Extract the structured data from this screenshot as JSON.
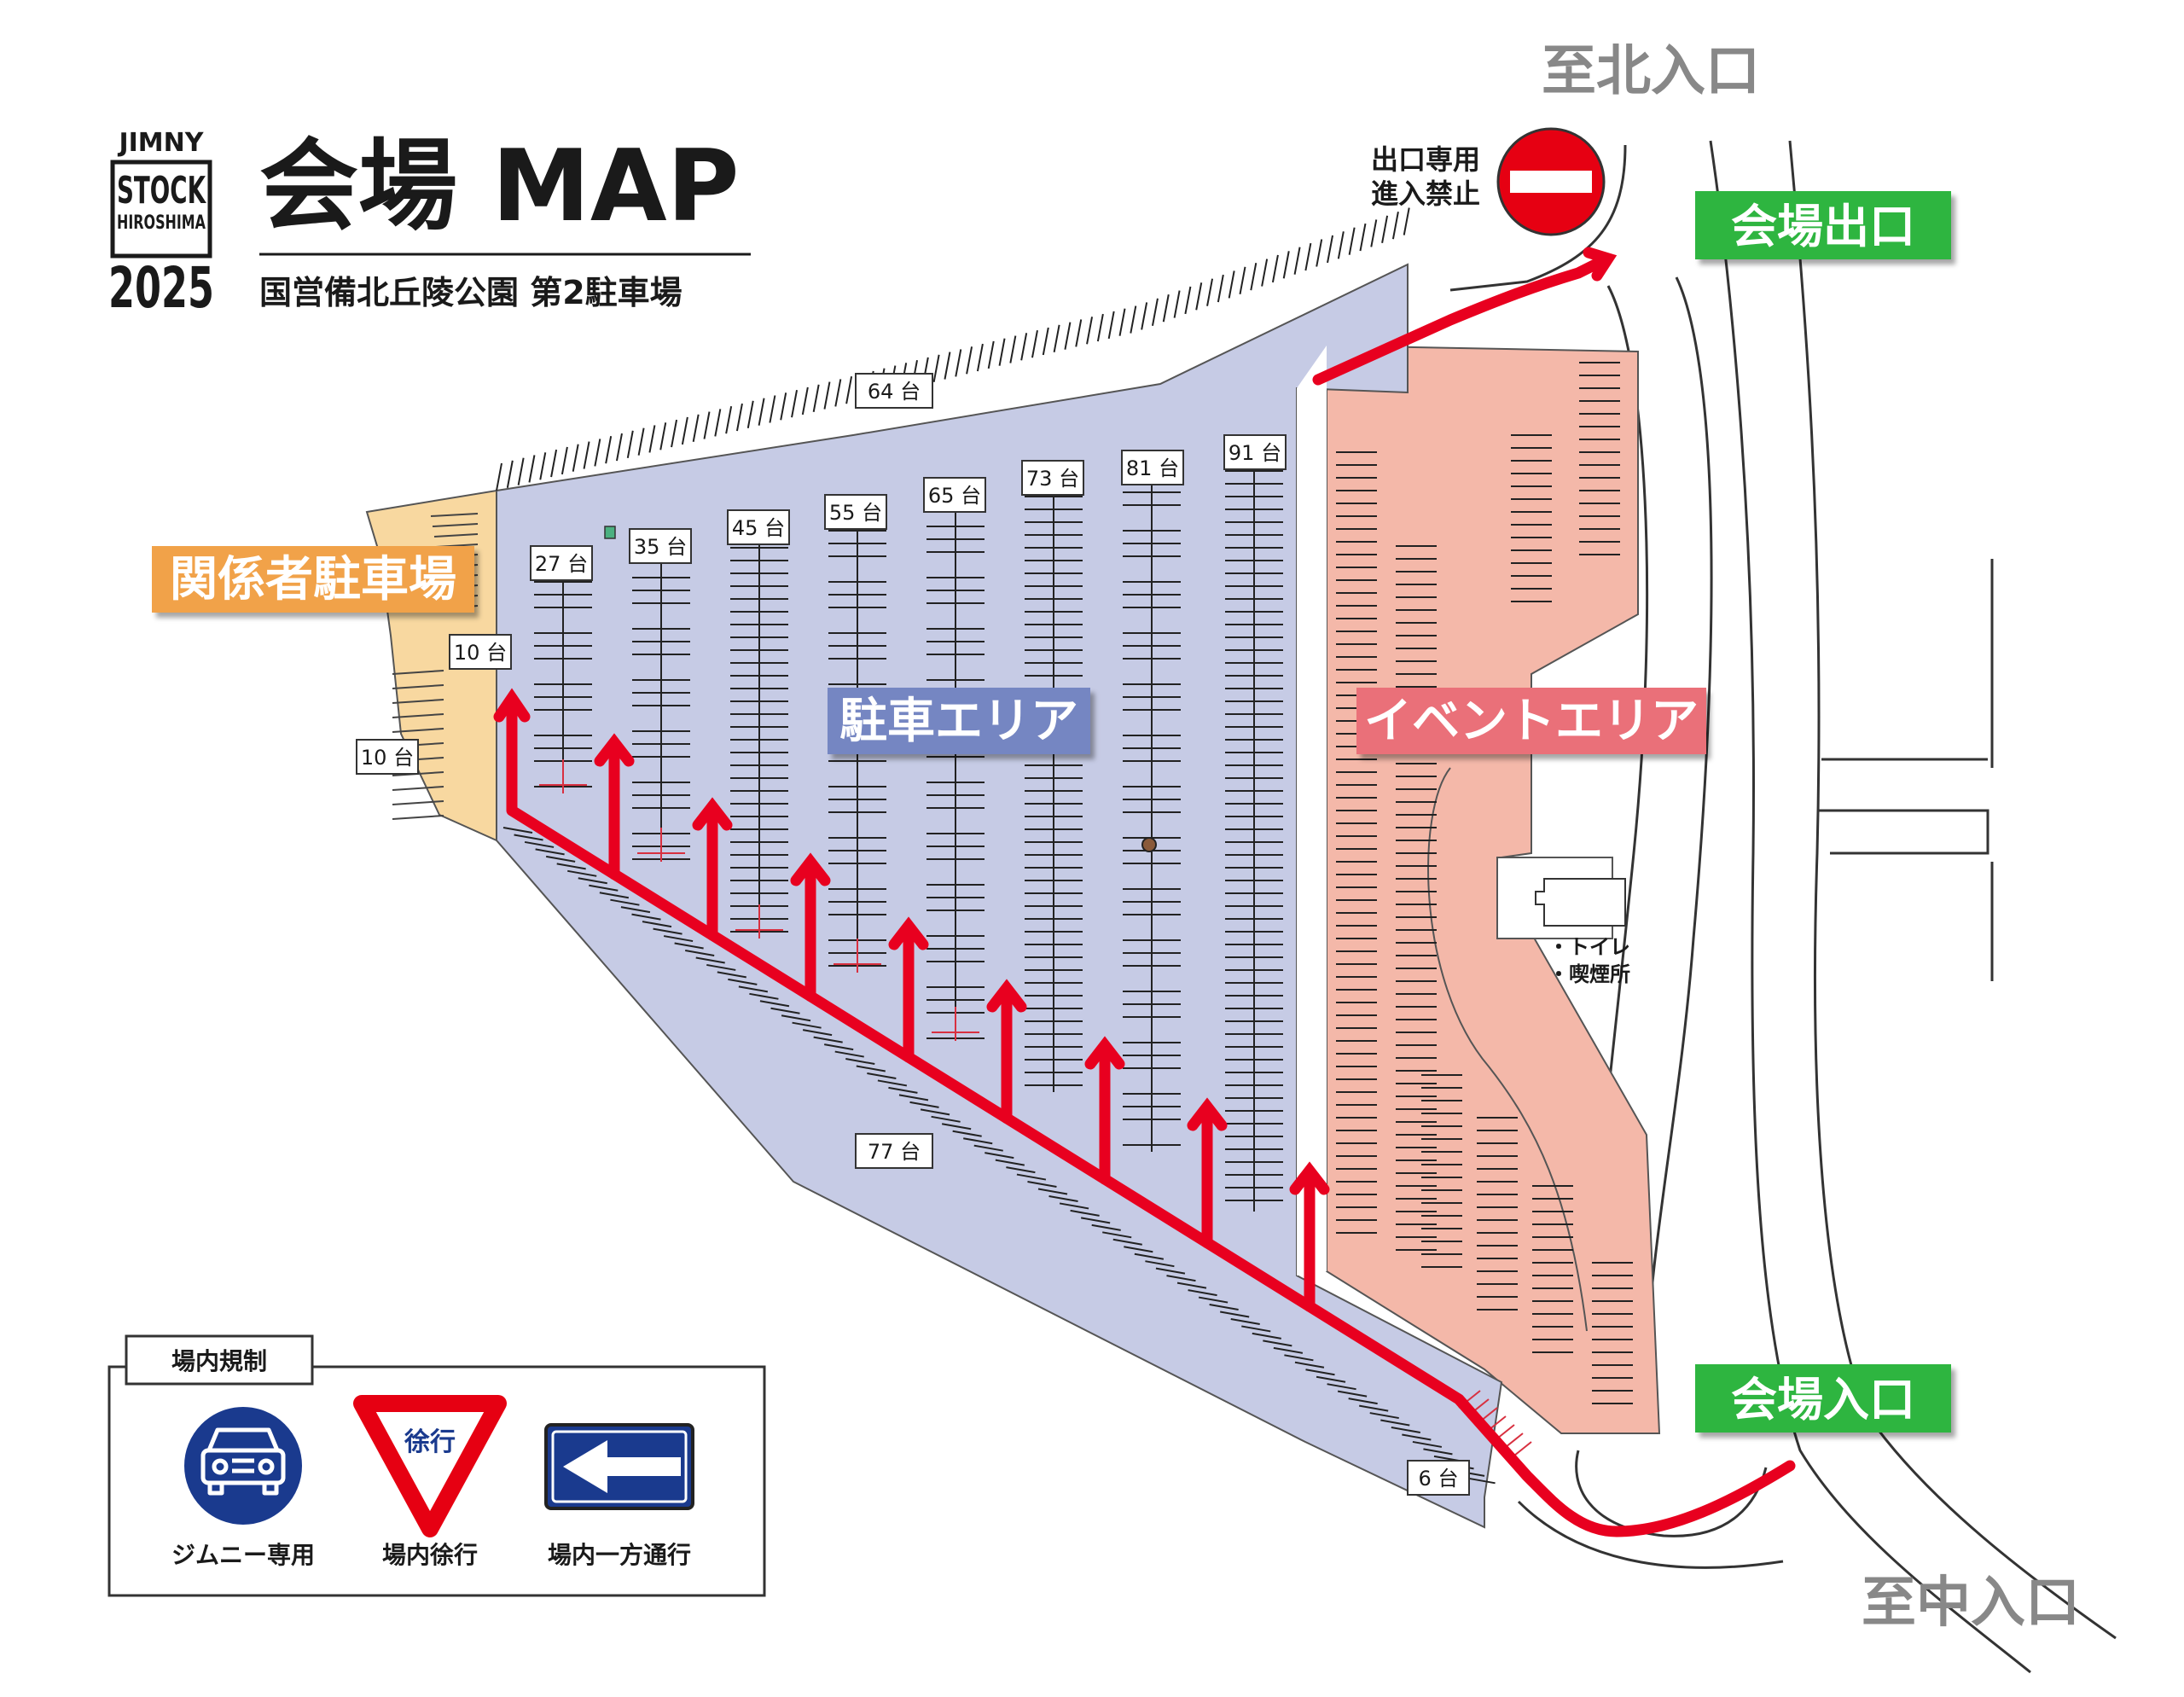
{
  "logo": {
    "line1": "JIMNY",
    "line2": "STOCK",
    "line3": "HIROSHIMA",
    "line4": "2025"
  },
  "header": {
    "title": "会場 MAP",
    "subtitle": "国営備北丘陵公園 第2駐車場"
  },
  "directions": {
    "north": "至北入口",
    "middle": "至中入口"
  },
  "signs": {
    "no_entry_line1": "出口専用",
    "no_entry_line2": "進入禁止",
    "exit": "会場出口",
    "entrance": "会場入口"
  },
  "areas": {
    "staff": "関係者駐車場",
    "parking": "駐車エリア",
    "event": "イベントエリア",
    "facility_1": "・トイレ",
    "facility_2": "・喫煙所"
  },
  "counts": {
    "top": "64 台",
    "bottom": "77 台",
    "corner": "6 台",
    "staff_a": "10 台",
    "staff_b": "10 台",
    "rows": [
      "27 台",
      "35 台",
      "45 台",
      "55 台",
      "65 台",
      "73 台",
      "81 台",
      "91 台"
    ]
  },
  "legend": {
    "title": "場内規制",
    "jimny_only": "ジムニー専用",
    "slow_sign": "徐行",
    "slow": "場内徐行",
    "one_way": "場内一方通行"
  },
  "colors": {
    "parking_fill": "#c6cbe5",
    "parking_label_bg": "#7486c2",
    "event_fill": "#f4b8a9",
    "event_label_bg": "#ea6f79",
    "staff_fill": "#f8d8a0",
    "staff_label_bg": "#f1a24a",
    "green_sign": "#2db53f",
    "route_red": "#e8001f",
    "sign_blue": "#1a3a8e"
  }
}
